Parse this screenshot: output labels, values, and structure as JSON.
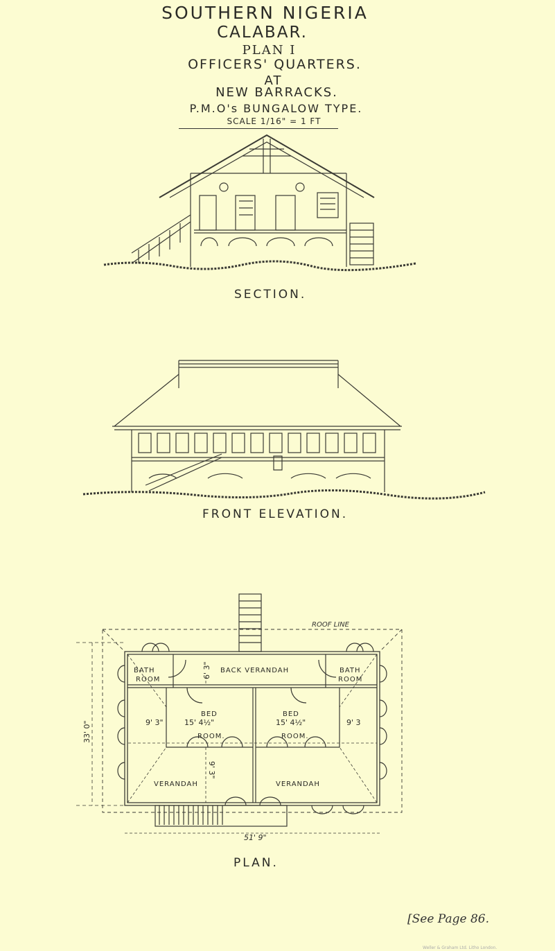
{
  "title": {
    "line1": "SOUTHERN NIGERIA",
    "line2": "CALABAR.",
    "line3": "PLAN I",
    "line4": "OFFICERS' QUARTERS.",
    "line5": "AT",
    "line6": "NEW BARRACKS.",
    "line7": "P.M.O's BUNGALOW TYPE.",
    "scale": "SCALE 1/16\" = 1 FT"
  },
  "section": {
    "label": "SECTION."
  },
  "front_elevation": {
    "label": "FRONT ELEVATION."
  },
  "plan": {
    "label": "PLAN.",
    "roof_line": "ROOF LINE",
    "rooms": {
      "bath_left_1": "BATH",
      "bath_left_2": "ROOM",
      "bath_right_1": "BATH",
      "bath_right_2": "ROOM",
      "back_verandah": "BACK VERANDAH",
      "bed_left_1": "BED",
      "bed_left_2": "ROOM.",
      "bed_right_1": "BED",
      "bed_right_2": "ROOM.",
      "verandah_left": "VERANDAH",
      "verandah_right": "VERANDAH"
    },
    "dimensions": {
      "overall_width": "51' 9\"",
      "overall_depth": "33' 0\"",
      "back_verandah_depth": "6' 3\"",
      "front_verandah_depth": "9' 3\"",
      "left_bay": "9' 3\"",
      "bed_left_width": "15' 4½\"",
      "bed_right_width": "15' 4½\"",
      "right_bay": "9' 3"
    }
  },
  "footer": {
    "see_page": "[See Page 86.",
    "printer": "Weller & Graham Ltd. Litho London."
  }
}
